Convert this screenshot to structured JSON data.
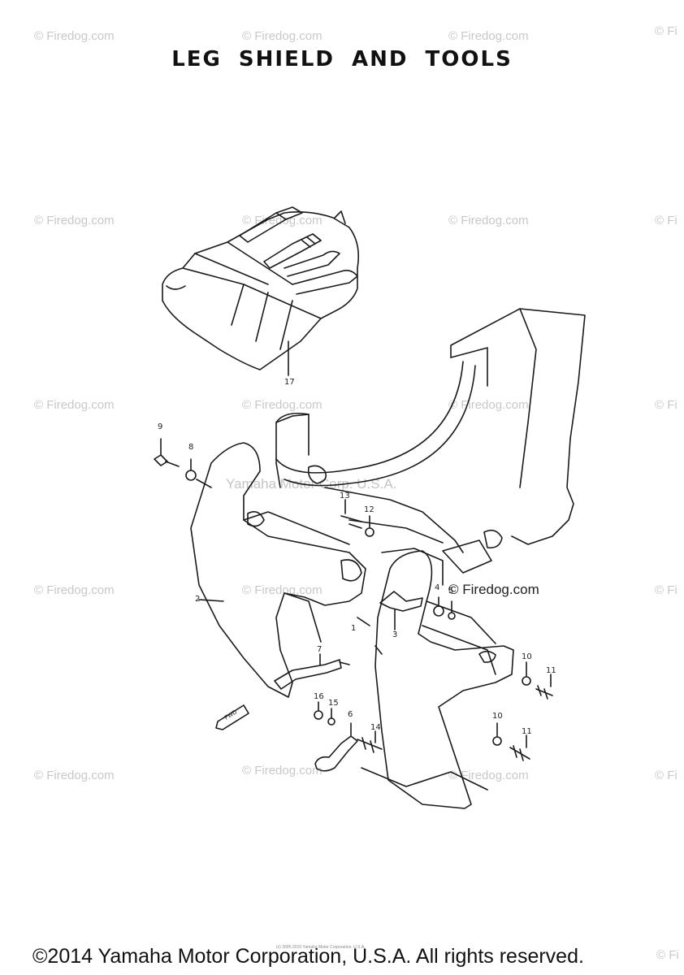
{
  "title": "LEG SHIELD AND TOOLS",
  "watermark_text": "© Firedog.com",
  "watermark_partial": "© Fi",
  "center_watermark": "Yamaha Motor Corp. U.S.A.",
  "mid_watermark": "© Firedog.com",
  "tiny_text": "(c) 2005-2015 Yamaha Motor Corporation, U.S.A.",
  "footer": "©2014 Yamaha Motor Corporation, U.S.A. All rights reserved.",
  "fwd_label": "FWD",
  "callouts": {
    "c1": "1",
    "c2": "2",
    "c3": "3",
    "c4": "4",
    "c5": "5",
    "c6": "6",
    "c7": "7",
    "c8": "8",
    "c9": "9",
    "c10a": "10",
    "c10b": "10",
    "c11a": "11",
    "c11b": "11",
    "c12": "12",
    "c13": "13",
    "c14": "14",
    "c15": "15",
    "c16": "16",
    "c17": "17"
  }
}
